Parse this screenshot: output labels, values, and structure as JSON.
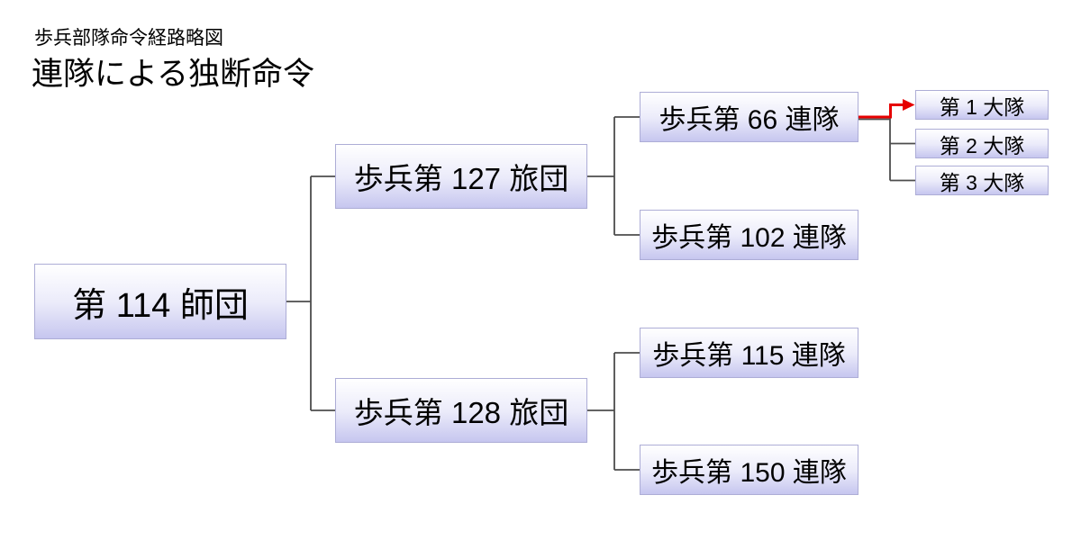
{
  "page": {
    "subtitle": "歩兵部隊命令経路略図",
    "title": "連隊による独断命令"
  },
  "colors": {
    "bg": "#ffffff",
    "text": "#000000",
    "box_top": "#ffffff",
    "box_mid": "#ebebfa",
    "box_bottom": "#c6c6ef",
    "box_border": "#adadd6",
    "connector": "#4d4d4d",
    "arrow_red": "#e60000"
  },
  "nodes": {
    "division114": {
      "label": "第 114 師団",
      "level": "師団"
    },
    "brigade127": {
      "label": "歩兵第 127 旅団",
      "level": "旅団"
    },
    "brigade128": {
      "label": "歩兵第 128 旅団",
      "level": "旅団"
    },
    "regiment66": {
      "label": "歩兵第 66 連隊",
      "level": "連隊"
    },
    "regiment102": {
      "label": "歩兵第 102 連隊",
      "level": "連隊"
    },
    "regiment115": {
      "label": "歩兵第 115 連隊",
      "level": "連隊"
    },
    "regiment150": {
      "label": "歩兵第 150 連隊",
      "level": "連隊"
    },
    "battalion1": {
      "label": "第 1 大隊",
      "level": "大隊"
    },
    "battalion2": {
      "label": "第 2 大隊",
      "level": "大隊"
    },
    "battalion3": {
      "label": "第 3 大隊",
      "level": "大隊"
    }
  },
  "edges": {
    "division_to_brigades": [
      "division114-brigade127",
      "division114-brigade128"
    ],
    "brigade127_to_regiments": [
      "brigade127-regiment66",
      "brigade127-regiment102"
    ],
    "brigade128_to_regiments": [
      "brigade128-regiment115",
      "brigade128-regiment150"
    ],
    "regiment66_to_battalions": [
      "regiment66-battalion2",
      "regiment66-battalion3"
    ],
    "highlighted_order_path": "regiment66-battalion1 (red arrow)"
  }
}
